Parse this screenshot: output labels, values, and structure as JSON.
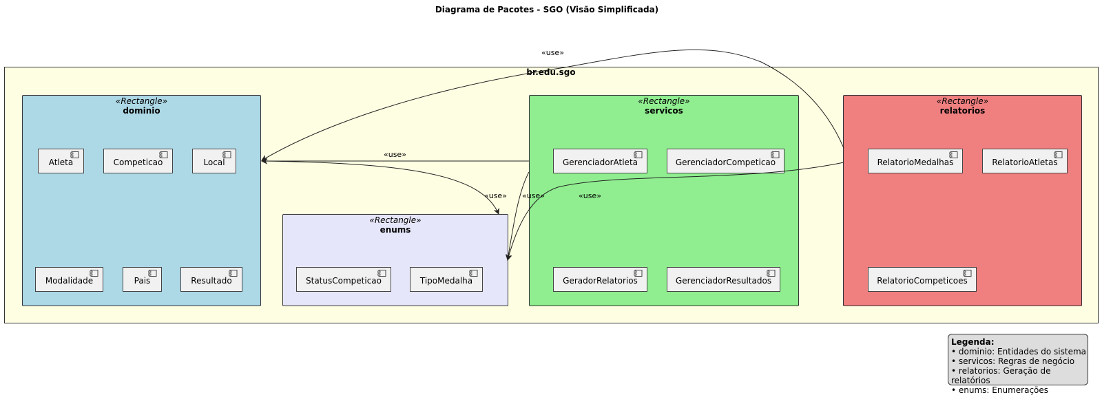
{
  "title": "Diagrama de Pacotes - SGO (Visão Simplificada)",
  "root_package": "br.edu.sgo",
  "stereotype": "«Rectangle»",
  "packages": {
    "dominio": {
      "name": "dominio",
      "color": "#add8e6",
      "components": [
        "Atleta",
        "Competicao",
        "Local",
        "Modalidade",
        "Pais",
        "Resultado"
      ]
    },
    "enums": {
      "name": "enums",
      "color": "#e6e6fa",
      "components": [
        "StatusCompeticao",
        "TipoMedalha"
      ]
    },
    "servicos": {
      "name": "servicos",
      "color": "#90ee90",
      "components": [
        "GerenciadorAtleta",
        "GerenciadorCompeticao",
        "GeradorRelatorios",
        "GerenciadorResultados"
      ]
    },
    "relatorios": {
      "name": "relatorios",
      "color": "#f08080",
      "components": [
        "RelatorioMedalhas",
        "RelatorioAtletas",
        "RelatorioCompeticoes"
      ]
    }
  },
  "edges": [
    {
      "from": "relatorios",
      "to": "dominio",
      "label": "«use»"
    },
    {
      "from": "servicos",
      "to": "dominio",
      "label": "«use»"
    },
    {
      "from": "dominio",
      "to": "enums",
      "label": "«use»"
    },
    {
      "from": "servicos",
      "to": "enums",
      "label": "«use»"
    },
    {
      "from": "relatorios",
      "to": "enums",
      "label": "«use»"
    }
  ],
  "legend": {
    "title": "Legenda:",
    "items": [
      "• dominio: Entidades do sistema",
      "• servicos: Regras de negócio",
      "• relatorios: Geração de relatórios",
      "• enums: Enumerações"
    ]
  }
}
